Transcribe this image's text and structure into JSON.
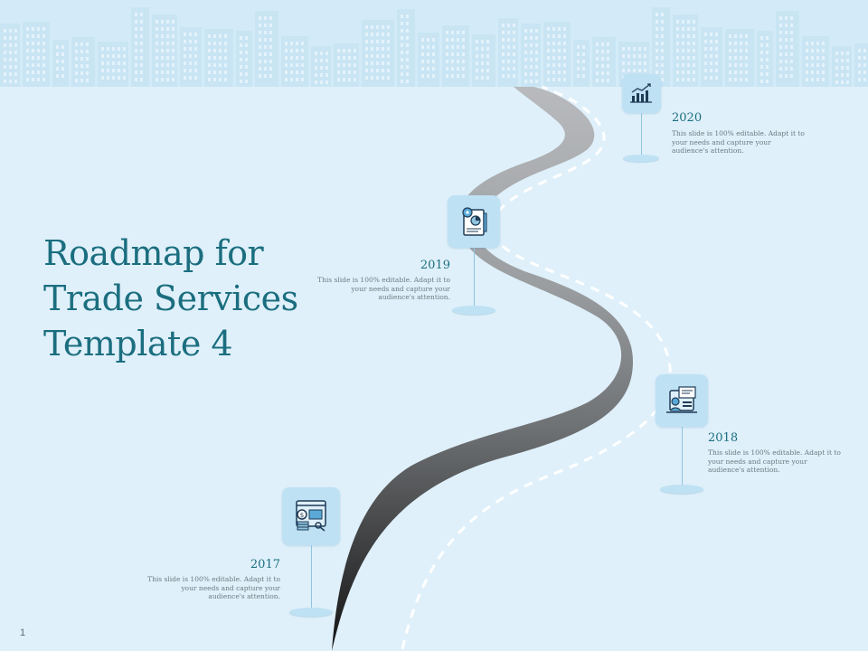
{
  "slide": {
    "title_lines": [
      "Roadmap for",
      "Trade Services",
      "Template 4"
    ],
    "page_number": "1"
  },
  "milestones": [
    {
      "year": "2017",
      "text": "This slide is 100% editable. Adapt it to your needs and capture your audience's attention.",
      "icon": "finance-report-icon"
    },
    {
      "year": "2018",
      "text": "This slide is 100% editable. Adapt it to your needs and capture your audience's attention.",
      "icon": "presentation-screen-icon"
    },
    {
      "year": "2019",
      "text": "This slide is 100% editable. Adapt it to your needs and capture your audience's attention.",
      "icon": "location-document-icon"
    },
    {
      "year": "2020",
      "text": "This slide is 100% editable. Adapt it to your needs and capture your audience's attention.",
      "icon": "growth-chart-icon"
    }
  ],
  "colors": {
    "background": "#dff0fa",
    "skyline": "#c9e5f4",
    "title": "#1b6e7f",
    "pin": "#bfe1f4",
    "road_dark": "#1a1a1a",
    "road_light": "#a4a6a8"
  }
}
